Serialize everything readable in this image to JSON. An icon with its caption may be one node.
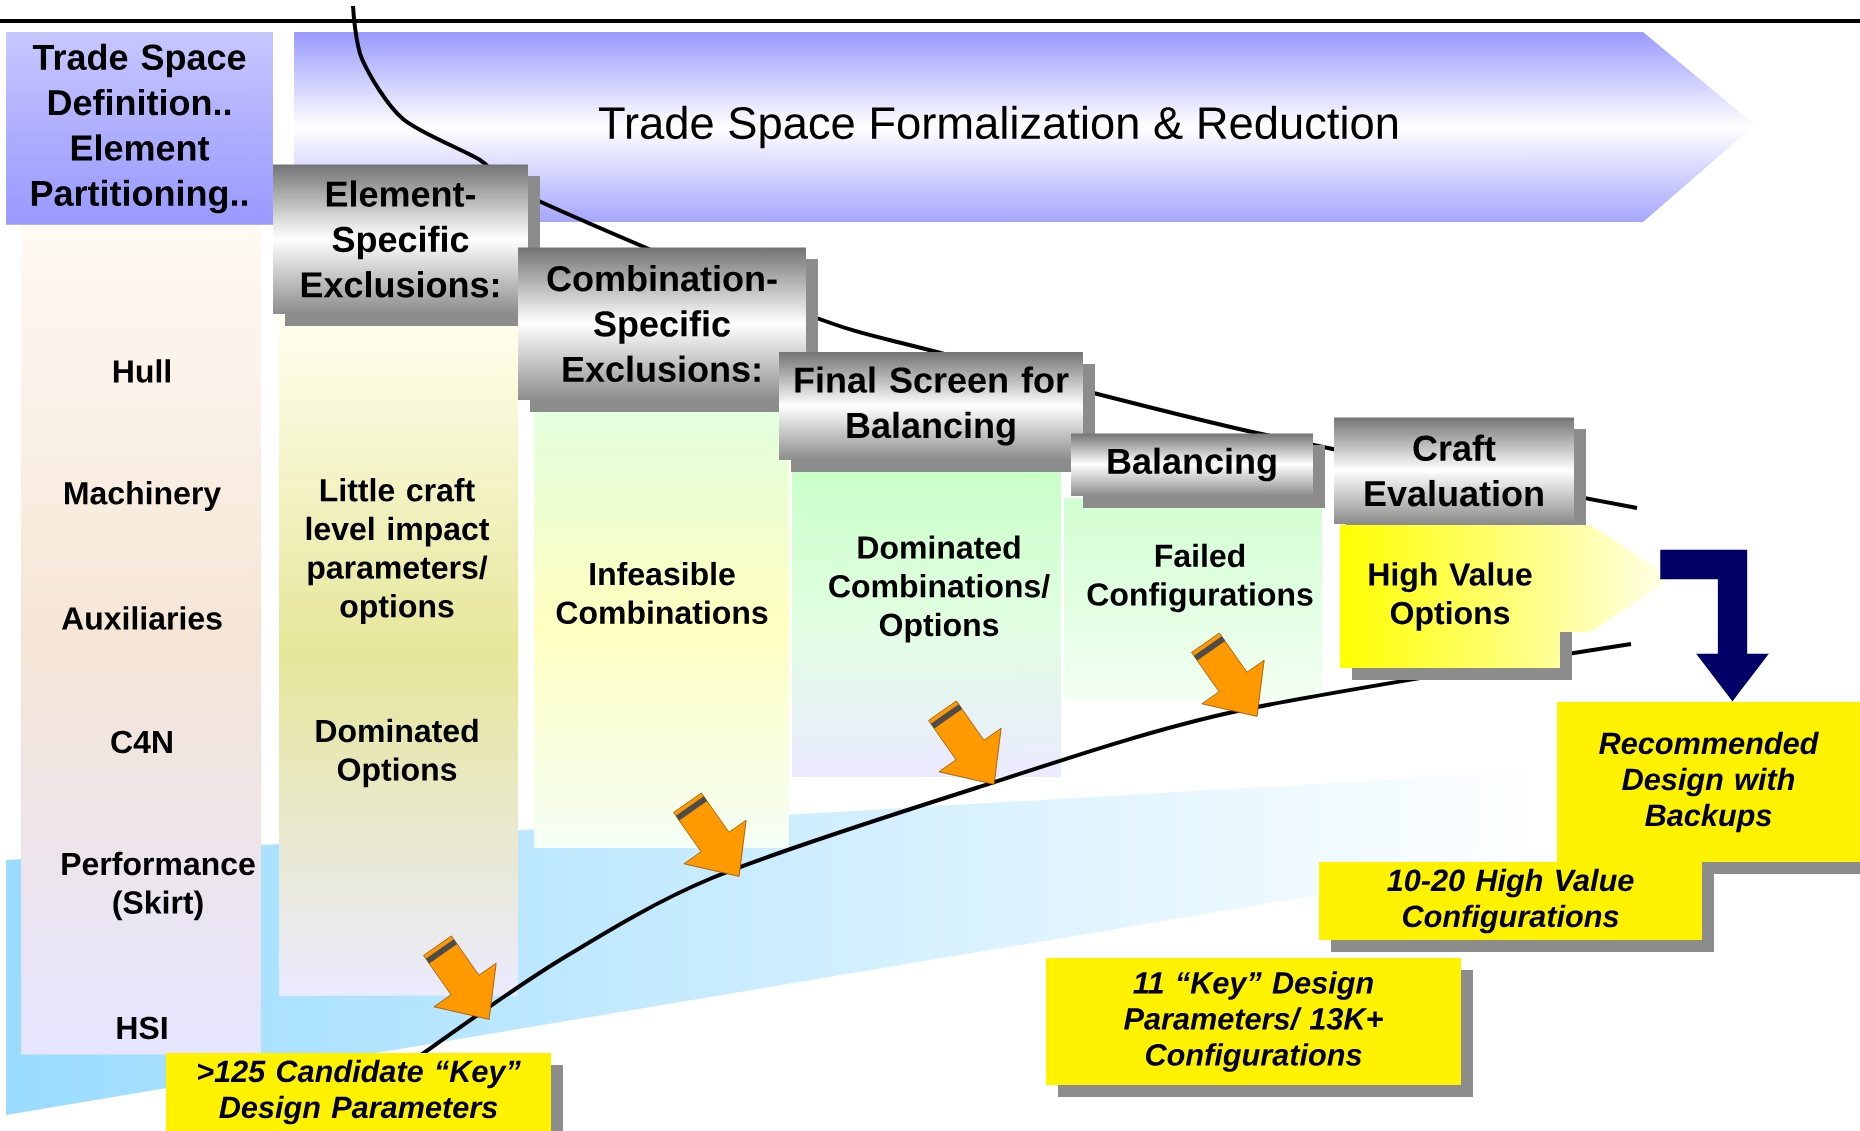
{
  "diagram": {
    "nodes": [
      {
        "text": [
          "Trade Space Definition.. Element Partitioning.."
        ]
      },
      {
        "text": [
          "Trade Space Formalization & Reduction"
        ]
      },
      {
        "text": [
          "Hull",
          "Machinery",
          "Auxiliaries",
          "C4N",
          "Performance (Skirt)",
          "HSI"
        ]
      },
      {
        "text": [
          "Element-Specific Exclusions:"
        ]
      },
      {
        "text": [
          "Little craft level impact parameters/ options",
          "Dominated Options"
        ]
      },
      {
        "text": [
          "Combination-Specific Exclusions:"
        ]
      },
      {
        "text": [
          "Infeasible Combinations"
        ]
      },
      {
        "text": [
          "Final Screen for Balancing"
        ]
      },
      {
        "text": [
          "Dominated Combinations/ Options"
        ]
      },
      {
        "text": [
          "Balancing"
        ]
      },
      {
        "text": [
          "Failed Configurations"
        ]
      },
      {
        "text": [
          "Craft Evaluation"
        ]
      },
      {
        "text": [
          "High Value Options"
        ]
      },
      {
        "text": [
          "Recommended Design with Backups"
        ]
      },
      {
        "text": [
          "10-20 High Value Configurations"
        ]
      },
      {
        "text": [
          "11 “Key” Design Parameters/ 13K+ Configurations"
        ]
      },
      {
        "text": [
          ">125 Candidate “Key” Design Parameters"
        ]
      }
    ],
    "edges": [
      {
        "from": 12,
        "to": 13,
        "arrow": "to",
        "color": "#000066"
      }
    ]
  }
}
